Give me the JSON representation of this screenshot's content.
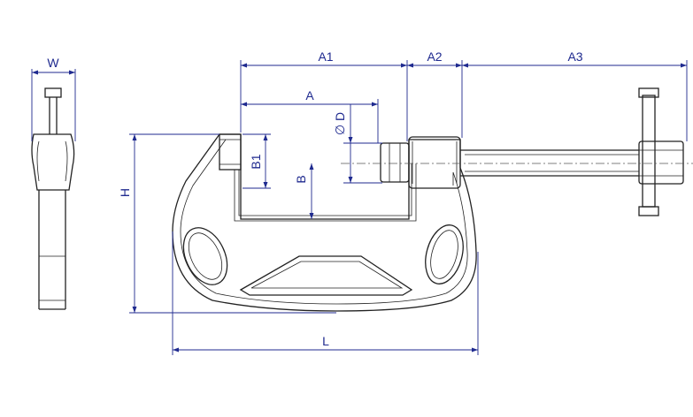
{
  "diagram": {
    "labels": {
      "w": "W",
      "a1": "A1",
      "a2": "A2",
      "a3": "A3",
      "a": "A",
      "b1": "B1",
      "d": "∅ D",
      "b": "B",
      "h": "H",
      "l": "L"
    },
    "colors": {
      "dimension": "#1f2a8f",
      "outline": "#222222"
    }
  }
}
